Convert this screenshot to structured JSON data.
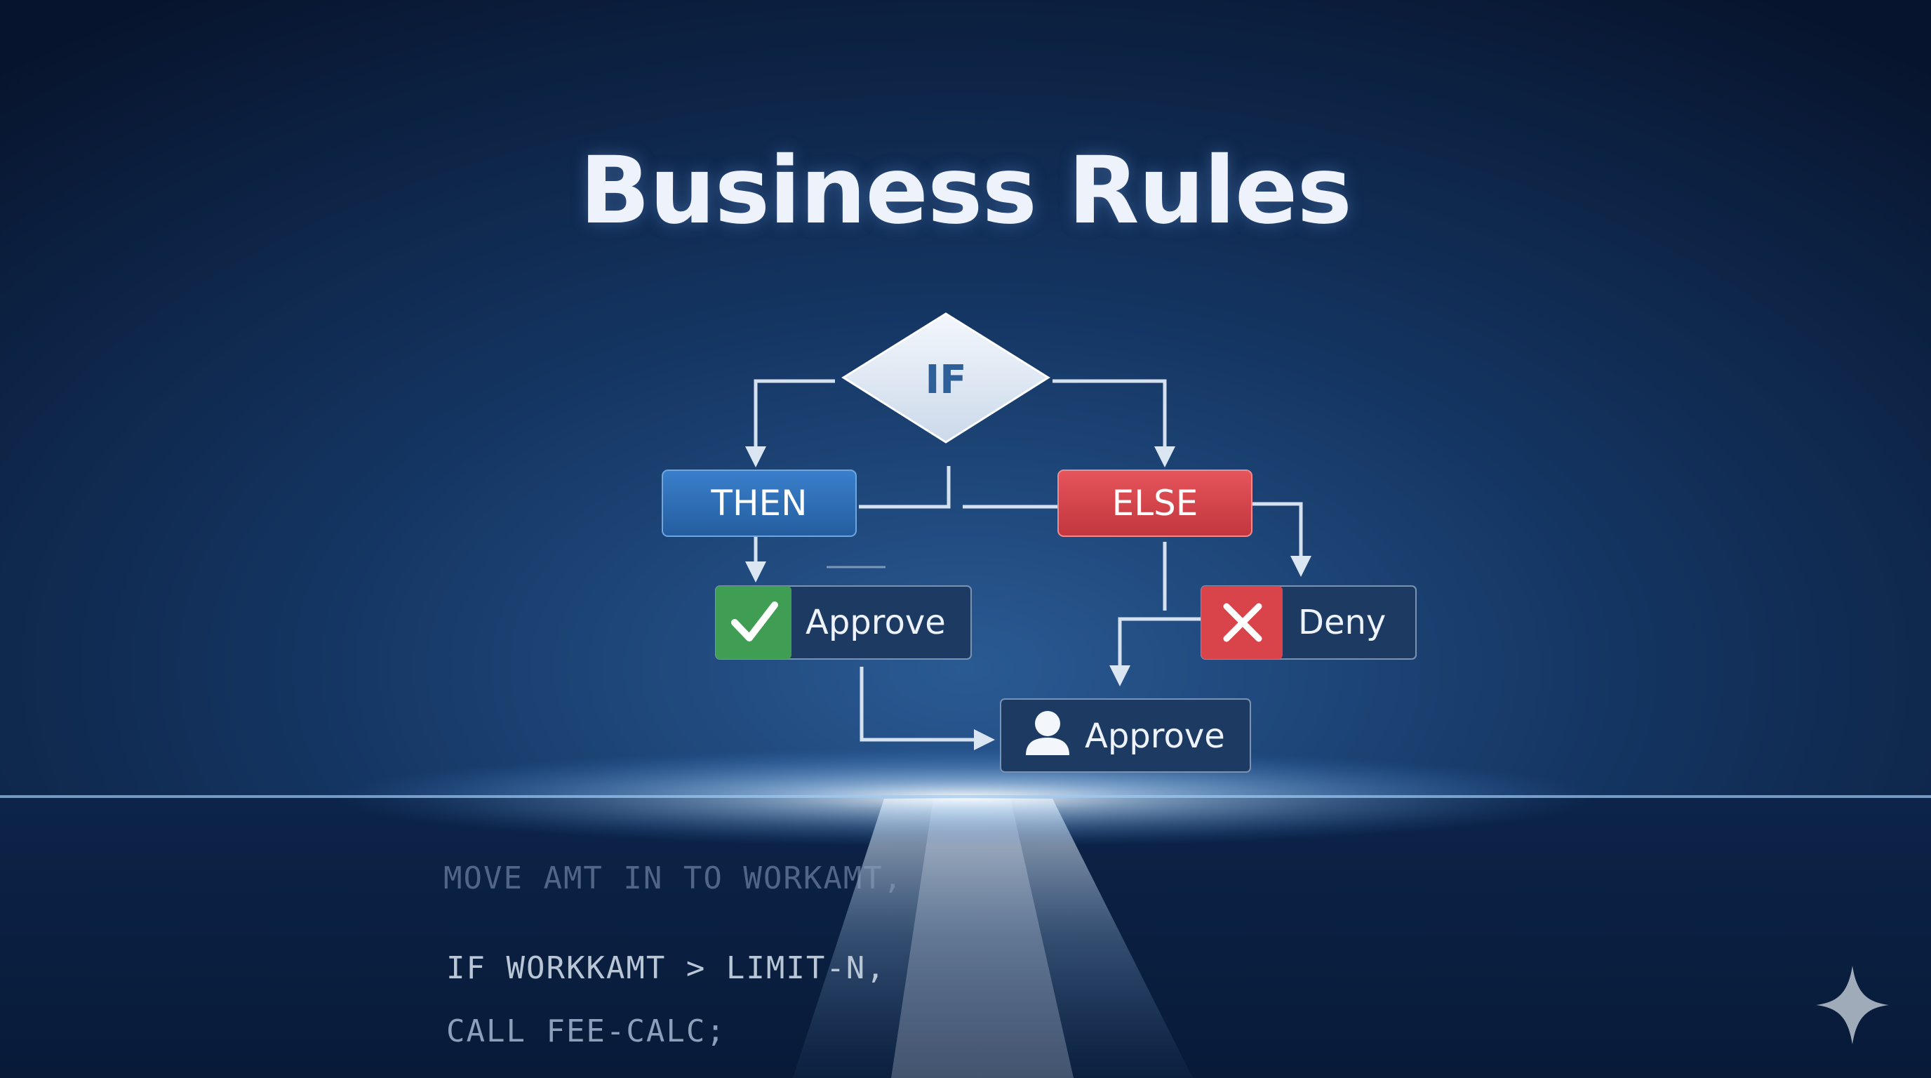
{
  "title": "Business Rules",
  "flow": {
    "if_label": "IF",
    "then_label": "THEN",
    "else_label": "ELSE",
    "approve_label": "Approve",
    "deny_label": "Deny",
    "approve_user_label": "Approve"
  },
  "code": [
    "MOVE AMT IN TO WORKAMT,",
    "IF WORKKAMT > LIMIT-N,",
    "CALL FEE-CALC;"
  ],
  "colors": {
    "then": "#2c6db4",
    "else": "#d9434a",
    "approve_check": "#3f9e54",
    "deny_x": "#d9434a",
    "diamond": "#e6eef8",
    "diamond_text": "#2f5f98"
  },
  "icons": {
    "approve": "check-icon",
    "deny": "x-icon",
    "user": "user-icon",
    "corner": "sparkle-icon"
  }
}
